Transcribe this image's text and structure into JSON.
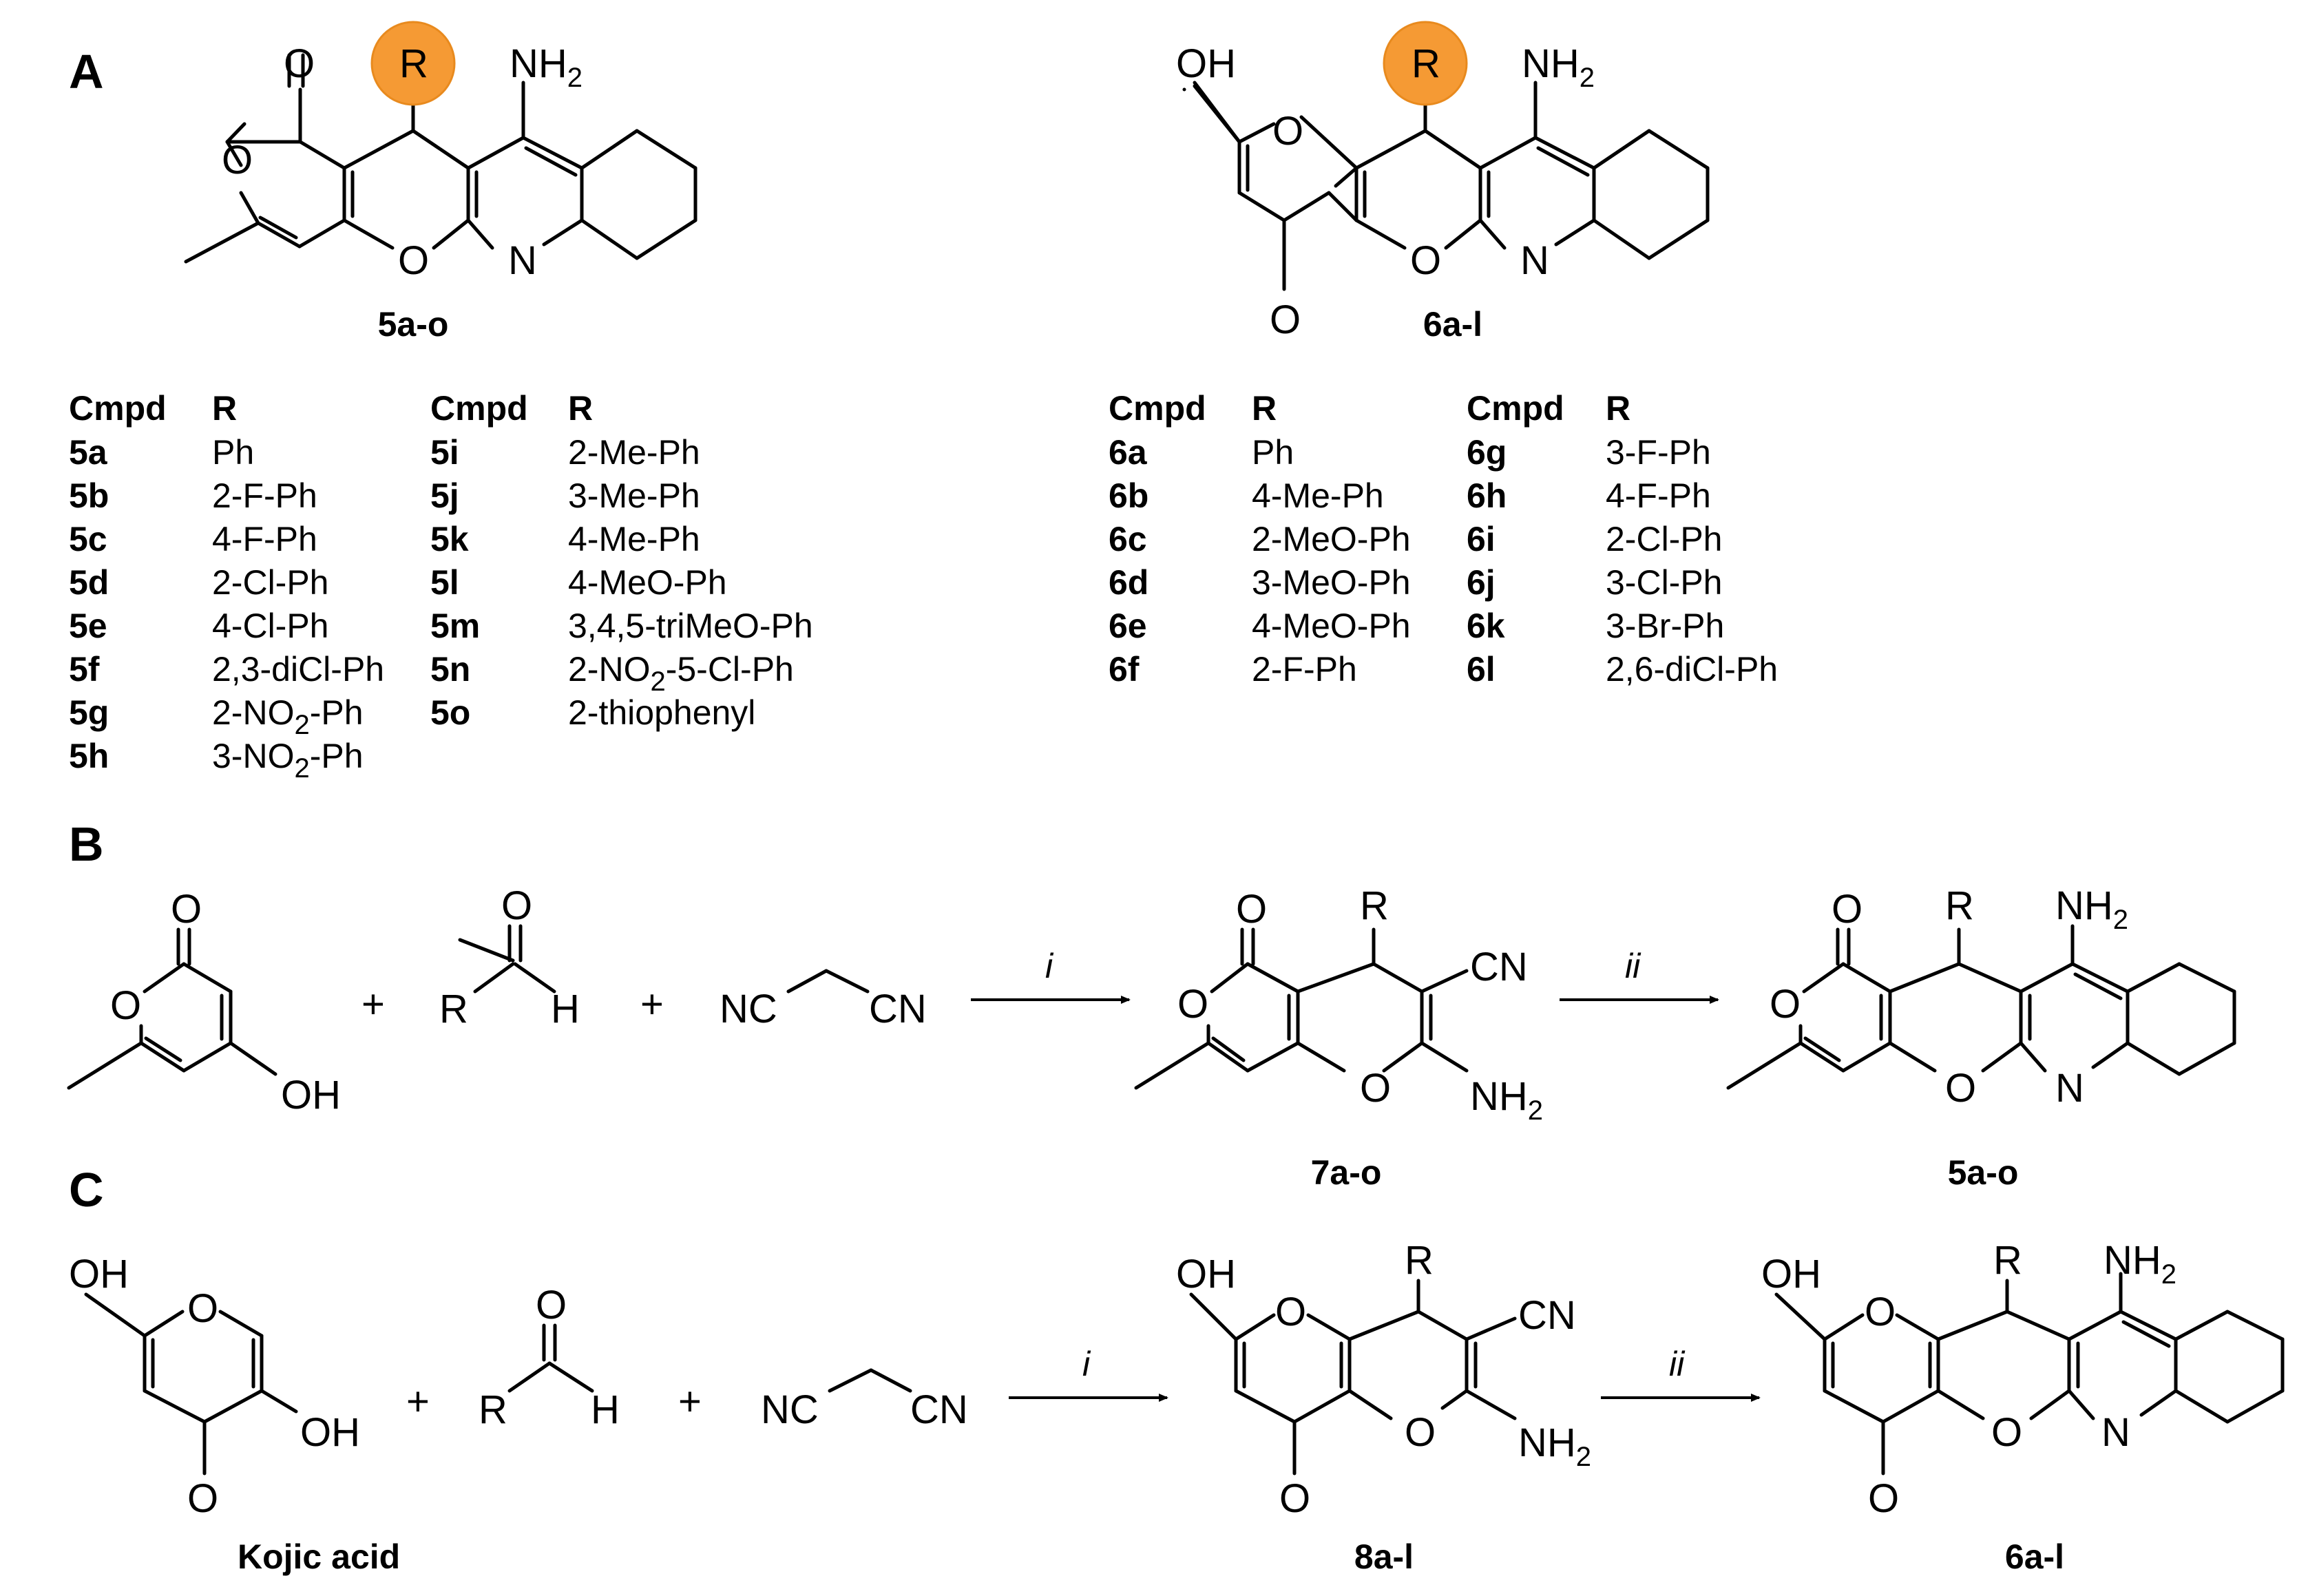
{
  "figure": {
    "panels": {
      "a": "A",
      "b": "B",
      "c": "C"
    },
    "atoms": {
      "o": "O",
      "n": "N",
      "r": "R",
      "h": "H",
      "oh": "OH",
      "nh": "NH",
      "nh_sub": "2",
      "cn": "CN",
      "nc": "NC",
      "plus": "+"
    },
    "reagents": {
      "i": "i",
      "ii": "ii"
    },
    "labels": {
      "5ao": "5a-o",
      "6al": "6a-l",
      "7ao": "7a-o",
      "8al": "8a-l",
      "kojic": "Kojic acid"
    },
    "table5": {
      "headers": [
        "Cmpd",
        "R",
        "Cmpd",
        "R"
      ],
      "col1": [
        {
          "id": "5a",
          "r": "Ph"
        },
        {
          "id": "5b",
          "r": "2-F-Ph"
        },
        {
          "id": "5c",
          "r": "4-F-Ph"
        },
        {
          "id": "5d",
          "r": "2-Cl-Ph"
        },
        {
          "id": "5e",
          "r": "4-Cl-Ph"
        },
        {
          "id": "5f",
          "r": "2,3-diCl-Ph"
        },
        {
          "id": "5g",
          "r_pre": "2-NO",
          "r_sub": "2",
          "r_post": "-Ph"
        },
        {
          "id": "5h",
          "r_pre": "3-NO",
          "r_sub": "2",
          "r_post": "-Ph"
        }
      ],
      "col2": [
        {
          "id": "5i",
          "r": "2-Me-Ph"
        },
        {
          "id": "5j",
          "r": "3-Me-Ph"
        },
        {
          "id": "5k",
          "r": "4-Me-Ph"
        },
        {
          "id": "5l",
          "r": "4-MeO-Ph"
        },
        {
          "id": "5m",
          "r": "3,4,5-triMeO-Ph"
        },
        {
          "id": "5n",
          "r_pre": "2-NO",
          "r_sub": "2",
          "r_post": "-5-Cl-Ph"
        },
        {
          "id": "5o",
          "r": "2-thiophenyl"
        }
      ]
    },
    "table6": {
      "headers": [
        "Cmpd",
        "R",
        "Cmpd",
        "R"
      ],
      "col1": [
        {
          "id": "6a",
          "r": "Ph"
        },
        {
          "id": "6b",
          "r": "4-Me-Ph"
        },
        {
          "id": "6c",
          "r": "2-MeO-Ph"
        },
        {
          "id": "6d",
          "r": "3-MeO-Ph"
        },
        {
          "id": "6e",
          "r": "4-MeO-Ph"
        },
        {
          "id": "6f",
          "r": "2-F-Ph"
        }
      ],
      "col2": [
        {
          "id": "6g",
          "r": "3-F-Ph"
        },
        {
          "id": "6h",
          "r": "4-F-Ph"
        },
        {
          "id": "6i",
          "r": "2-Cl-Ph"
        },
        {
          "id": "6j",
          "r": "3-Cl-Ph"
        },
        {
          "id": "6k",
          "r": "3-Br-Ph"
        },
        {
          "id": "6l",
          "r": "2,6-diCl-Ph"
        }
      ]
    },
    "colors": {
      "r_highlight": "#F59A34",
      "ink": "#000000"
    }
  }
}
